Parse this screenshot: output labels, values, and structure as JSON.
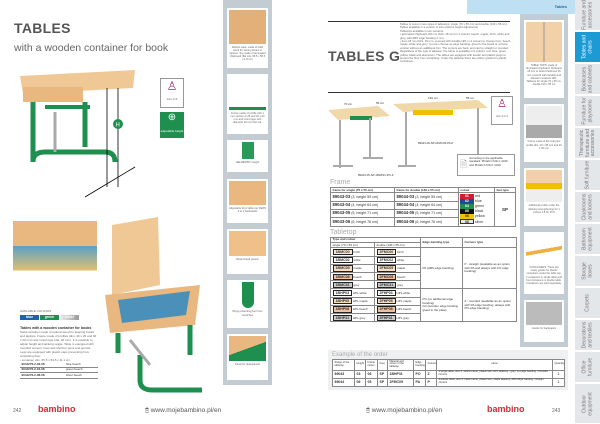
{
  "left": {
    "title": "TABLES",
    "subtitle": "with a wooden container for book",
    "page": "242",
    "url": "www.mojebambino.pl/en",
    "age_icon_label": "size 3-5",
    "height_icon_label": "adjustable height",
    "dimension_label": "H",
    "cards": [
      "Robust case, made of solid wood for storing books or laptops. Top made of laminated chipboard (flat size 68.5 x 56.5 x 1.8 cm)",
      "Frame made of profile with 1 mm section of 25 and 40 x 20 mm and round pipe with diameter 32 mm floor ed.",
      "HELDER/BO, height",
      "Adjustable tilt of table top KERN 0 to 1 backwards",
      "Basic linked panels",
      "Plugs protecting floor from scratches",
      "Panel for desk/panels"
    ],
    "available_colours": "AVAILABLE COLOURS",
    "colours": [
      {
        "label": "blue",
        "color": "#1f5fb0"
      },
      {
        "label": "green",
        "color": "#1e8f4e"
      },
      {
        "label": "silver",
        "color": "#b8b8b8"
      }
    ],
    "product_title": "Tables with a wooden container for books",
    "product_text": "Solid container made of natural wood for keeping books and laptops. Frame made of profiles (dim. 40 x 20 and 40 x 20 mm) and round pipe (dia. 32 mm). It is possible to adjust height and tabletop angle. Table is equipped with rounded corners. Feet and shelf for pens and pencils. Legs are equipped with plastic caps preventing from scratching floor.",
    "dims": "• container dim. 65.5 x 54.5 x 11.1 cm",
    "variants": [
      {
        "code": "9044276-2-02-08",
        "name": "blue beech"
      },
      {
        "code": "9044276-2-04-08",
        "name": "green beech"
      },
      {
        "code": "9044276-2-08-08",
        "name": "silver beech"
      }
    ]
  },
  "right": {
    "header_tab": "Tables",
    "title": "TABLES G",
    "page": "243",
    "url": "www.mojebambino.pl/en",
    "description": [
      "Tables G come in two sizes of tabletops: single (70 x 55 cm) and double (130 x 55 cm). Tables available in a version G size (without height adjustment).",
      "Tabletops available in two versions:",
      "• laminated chipboard (18 mm thick, 18 mm) in 4 colours: beech, maple, birch, white and grey, with ABS edge banding 2 mm;",
      "• from 18 mm thick, 25 mm, covered with durable HPL in 4 colours to choose from: beech, maple, white and grey. You can choose an edge banding, glued to the board or a frame version without an additional trim. The corners are hard, and can be straight or rounded.",
      "Regardless of the type of tabletop, the frame is available in 6 colours: red, blue, green, yellow, black and aluminium. The tables are equipped with leveler and plastic plugs to protect the floor from scratching. Under the tabletop there are rubber guides for plastic containers."
    ],
    "dim_single": [
      "70 cm",
      "55 cm"
    ],
    "dim_double": [
      "130 cm",
      "55 cm"
    ],
    "code_single": "89043-05-SP-1BHP31-PO-Z",
    "code_double": "89044-06-SP-2FMC05-PA-P",
    "age_label": "size 3 to 6",
    "norm": "According to the applicable standard: PN-EN 1729-1: 2016 and PN-EN 1729-2: 2016",
    "frame": {
      "label": "Frame",
      "h1": "frame for single (70 x 55 cm)",
      "h2": "frame for double (130 x 55 cm)",
      "h3": "colour",
      "h4": "feet type",
      "feet": "SP",
      "single": [
        [
          "89043-03",
          "(3, height 59 cm)"
        ],
        [
          "89043-04",
          "(4, height 64 cm)"
        ],
        [
          "89043-05",
          "(5, height 71 cm)"
        ],
        [
          "89043-06",
          "(6, height 76 cm)"
        ]
      ],
      "double": [
        [
          "89044-03",
          "(3, height 59 cm)"
        ],
        [
          "89044-04",
          "(4, height 64 cm)"
        ],
        [
          "89044-05",
          "(5, height 71 cm)"
        ],
        [
          "89044-06",
          "(6, height 76 cm)"
        ]
      ],
      "colours": [
        {
          "code": "01",
          "name": "red",
          "color": "#d0202a"
        },
        {
          "code": "02",
          "name": "blue",
          "color": "#1f4a96"
        },
        {
          "code": "04",
          "name": "green",
          "color": "#1e8f4e"
        },
        {
          "code": "05",
          "name": "black",
          "color": "#111111"
        },
        {
          "code": "06",
          "name": "yellow",
          "color": "#f2c300"
        },
        {
          "code": "08",
          "name": "silver",
          "color": "#e8e8e8"
        }
      ]
    },
    "tabletop": {
      "label": "Tabletop",
      "h1": "Type and colour",
      "hs": "single (70 x 55 cm)",
      "hd": "double (130 x 55 cm)",
      "h2": "Edge banding type",
      "h3": "Corners type",
      "rows": [
        [
          "1BMC00",
          "birch",
          "2FMC00",
          "birch"
        ],
        [
          "1BMC02",
          "white",
          "2FMC02",
          "white"
        ],
        [
          "1BMC05",
          "maple",
          "2FMC05",
          "maple"
        ],
        [
          "1BMC08",
          "beech",
          "2FMC08",
          "beech"
        ],
        [
          "1BMC31",
          "grey",
          "2FMC31",
          "grey"
        ],
        [
          "1BHP03",
          "HPL white",
          "2FHP03",
          "HPL white"
        ],
        [
          "1BHP05",
          "HPL maple",
          "2FHP05",
          "HPL maple"
        ],
        [
          "1BHP08",
          "HPL beech",
          "2FHP08",
          "HPL beech"
        ],
        [
          "1BHP31",
          "HPL grey",
          "2FHP31",
          "HPL grey"
        ]
      ],
      "pa": "PA (ABS edge banding)",
      "po": "PO (no additional edge banding)",
      "fo": "FO (wooden edge banding glued to the plate)",
      "p": "P - straight (available as an option with PA and always with FO edge banding)",
      "z": "Z - rounded (available as an option with PA edge banding, always with PO edge banding)"
    },
    "order": {
      "label": "Example of the order",
      "headers": [
        "Shape of the tabletop",
        "Height",
        "Frame colour",
        "Feet",
        "Material and colour of the tabletop",
        "Edge banding",
        "Corners",
        "name",
        "Quantity"
      ],
      "rows": [
        [
          "89043",
          "03",
          "06",
          "SP",
          "1BHP31",
          "PO",
          "Z",
          "1 single table, size 3, yellow frame, plastic feet, HPL tabletop - grey, no edge banding / rounded corners",
          "1"
        ],
        [
          "89044",
          "06",
          "05",
          "SP",
          "2FMC05",
          "PA",
          "P",
          "2 double table, size 6, black frame, plastic feet, maple tabletop, ABS edge banding / straight corners",
          "1"
        ]
      ]
    },
    "cards": [
      "TABLE TOPS: made of laminated chipboard, thickness 18 mm or board thickness 25 mm covered with durable and abrasion resistant HPL. Tabletop for single 70 x 55 cm, double 130 x 55 cm",
      "Frame made of flat oval pipe profile dim. 20 x 38 mm and 40 x 20 mm",
      "Additional profile under the tabletop strengthening for 1 Inches 1-ff for 1ft ft",
      "CONTAINERS: There are ready guides for plastic containers under the table top. 2 containers in single table and four containers in double table. Containers are sold separately.",
      "Hooks for backpacks"
    ],
    "side_tabs": [
      "Furniture and accessories",
      "Tables and chairs",
      "Bookcases and cabinets",
      "Furniture for playrooms",
      "Therapeutic furniture and accessories",
      "Soft furniture",
      "Cloakrooms and lockers",
      "Bathroom equipment",
      "Storage boxes",
      "Carpets",
      "Decorations and textiles",
      "Office furniture",
      "Outdoor equipment"
    ]
  }
}
